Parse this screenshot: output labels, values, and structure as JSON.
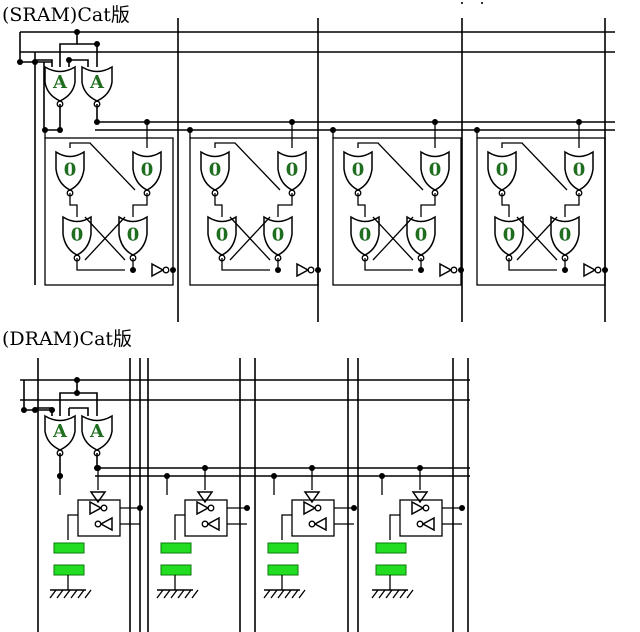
{
  "sections": {
    "sram": {
      "title": "(SRAM)Cat版",
      "select_gate_label": "A",
      "latch_gate_label": "0",
      "cells": 4
    },
    "dram": {
      "title": "(DRAM)Cat版",
      "select_gate_label": "A",
      "cells": 4
    }
  },
  "colors": {
    "gate_label": "#1f6e1f",
    "capacitor": "#22dd22",
    "wire": "#000000"
  }
}
